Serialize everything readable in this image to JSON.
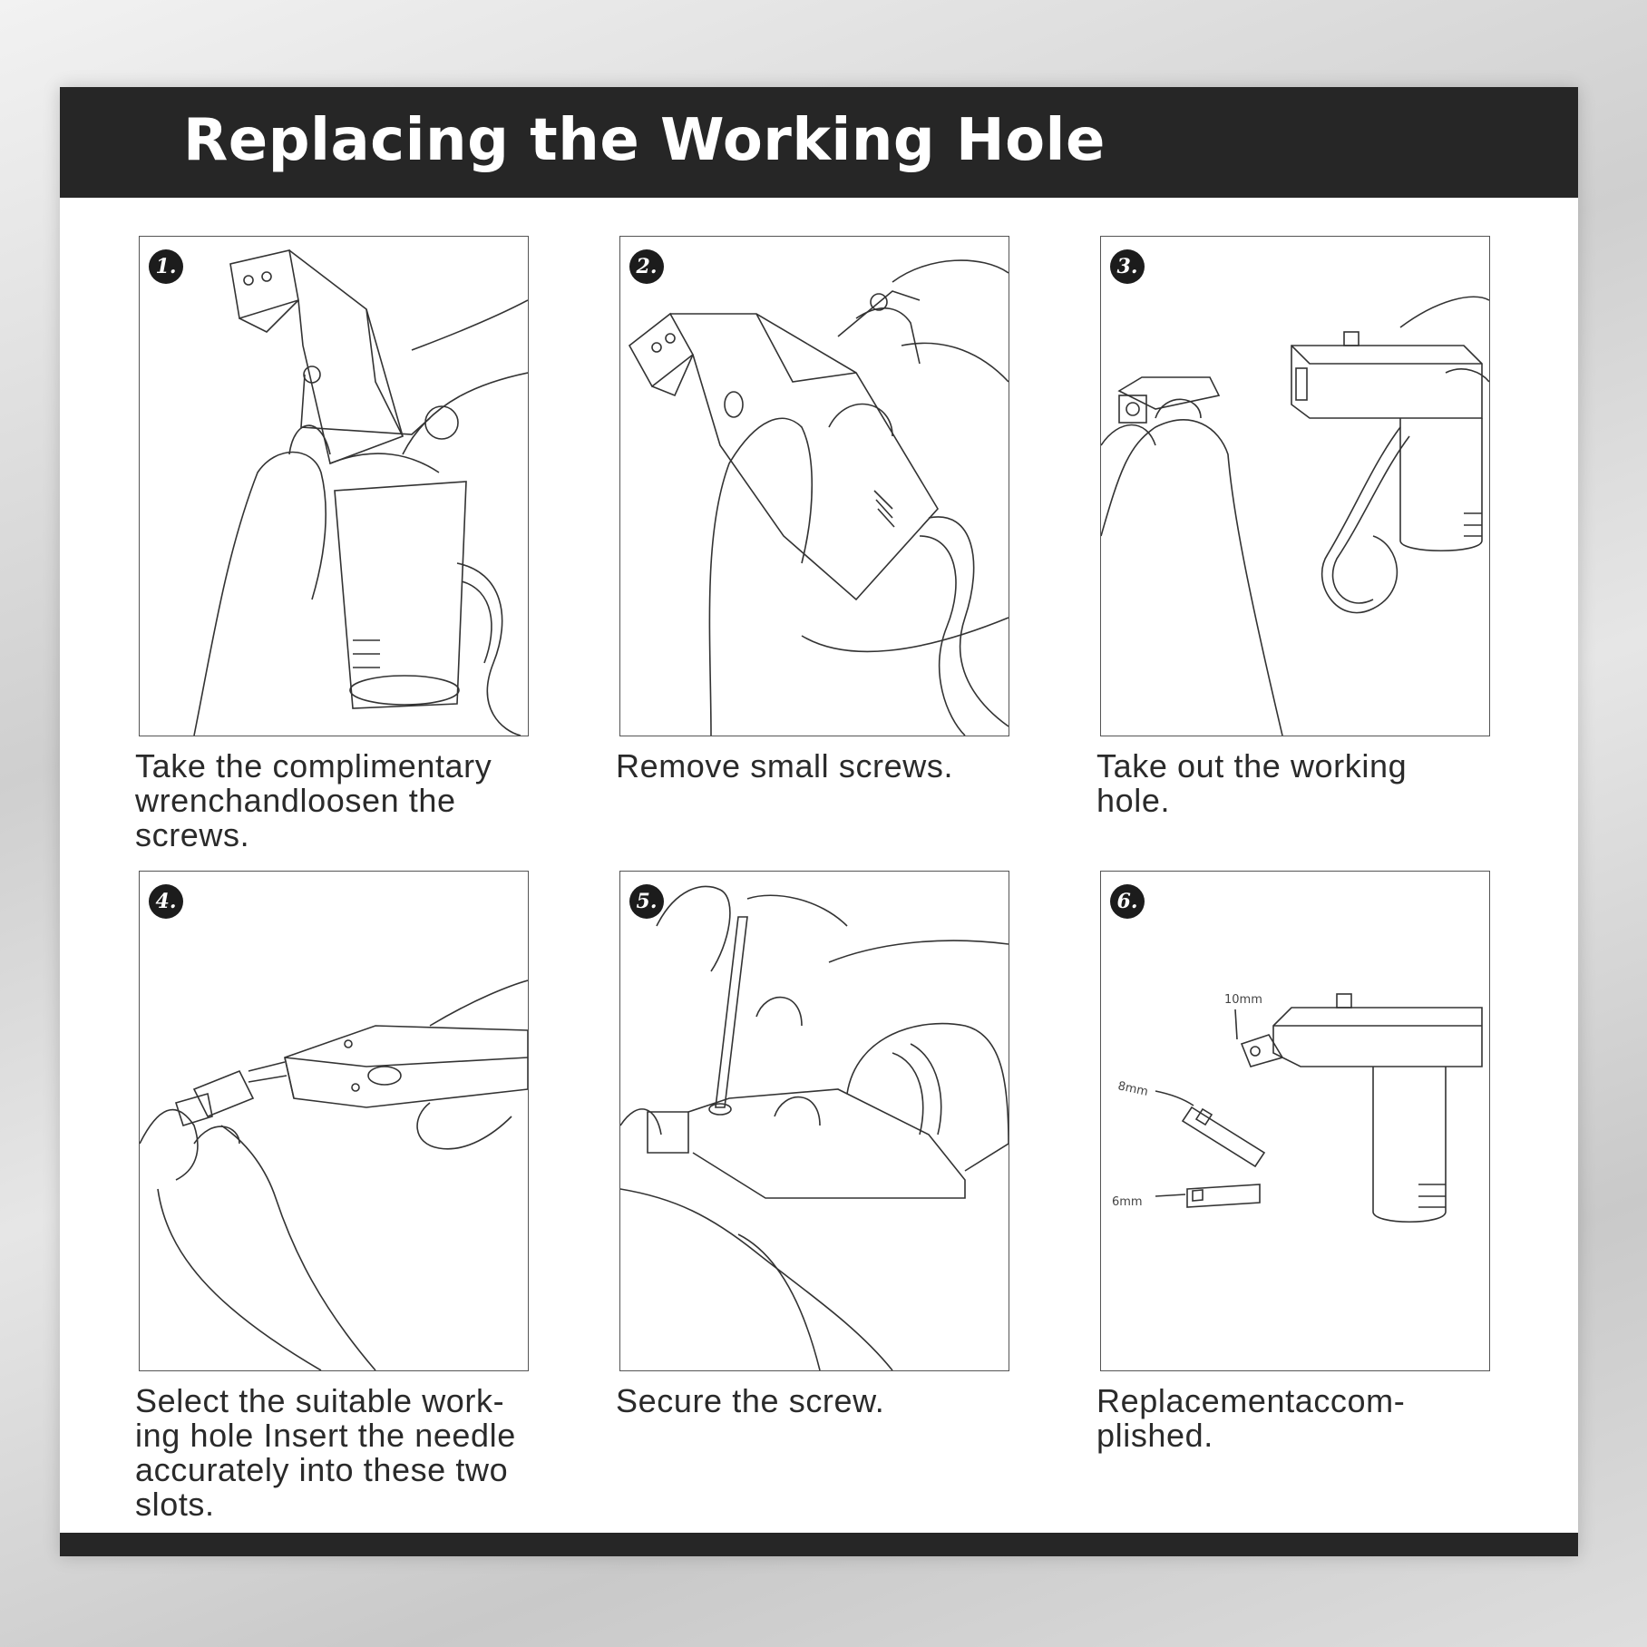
{
  "title": "Replacing the Working Hole",
  "steps": [
    {
      "number": "1.",
      "caption": "Take the complimentary\nwrenchandloosen the\nscrews."
    },
    {
      "number": "2.",
      "caption": "Remove small screws."
    },
    {
      "number": "3.",
      "caption": "Take out the working\nhole."
    },
    {
      "number": "4.",
      "caption": "Select the suitable work-\ning hole Insert the needle\naccurately into these two\nslots."
    },
    {
      "number": "5.",
      "caption": "Secure the screw."
    },
    {
      "number": "6.",
      "caption": "Replacementaccom-\nplished."
    }
  ],
  "step6_labels": {
    "large": "10mm",
    "medium": "8mm",
    "small": "6mm"
  }
}
